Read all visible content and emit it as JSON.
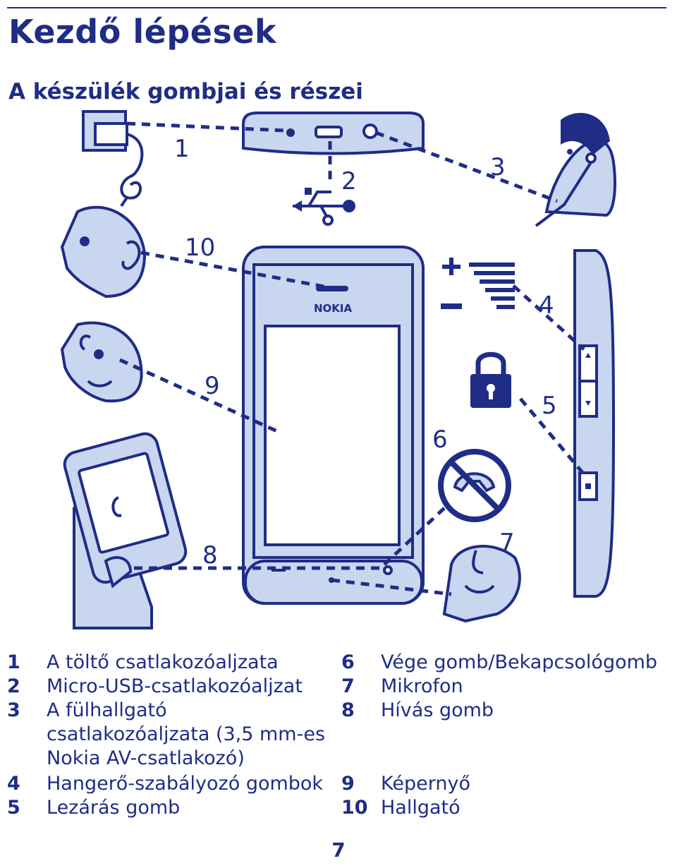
{
  "header": {
    "title": "Kezdő lépések",
    "subtitle": "A készülék gombjai és részei"
  },
  "diagram": {
    "brand": "NOKIA",
    "callouts": [
      "1",
      "2",
      "3",
      "4",
      "5",
      "6",
      "7",
      "8",
      "9",
      "10"
    ],
    "accent_color": "#1f2d86",
    "fill_color": "#c9d6f0",
    "icons": [
      "charger-icon",
      "usb-icon",
      "headset-person-icon",
      "ear-icon",
      "face-icon",
      "hand-phone-icon",
      "volume-icon",
      "lock-icon",
      "no-call-icon",
      "mouth-icon"
    ]
  },
  "legend": {
    "left": [
      {
        "num": "1",
        "text": "A töltő csatlakozóaljzata"
      },
      {
        "num": "2",
        "text": "Micro-USB-csatlakozóaljzat"
      },
      {
        "num": "3",
        "text": "A fülhallgató"
      },
      {
        "num": "",
        "text": "csatlakozóaljzata (3,5 mm-es"
      },
      {
        "num": "",
        "text": "Nokia AV-csatlakozó)"
      },
      {
        "num": "4",
        "text": "Hangerő-szabályozó gombok"
      },
      {
        "num": "5",
        "text": "Lezárás gomb"
      }
    ],
    "right": [
      {
        "num": "6",
        "text": "Vége gomb/Bekapcsológomb"
      },
      {
        "num": "7",
        "text": "Mikrofon"
      },
      {
        "num": "8",
        "text": "Hívás gomb"
      },
      {
        "num": "9",
        "text": "Képernyő"
      },
      {
        "num": "10",
        "text": "Hallgató"
      }
    ]
  },
  "page_number": "7"
}
